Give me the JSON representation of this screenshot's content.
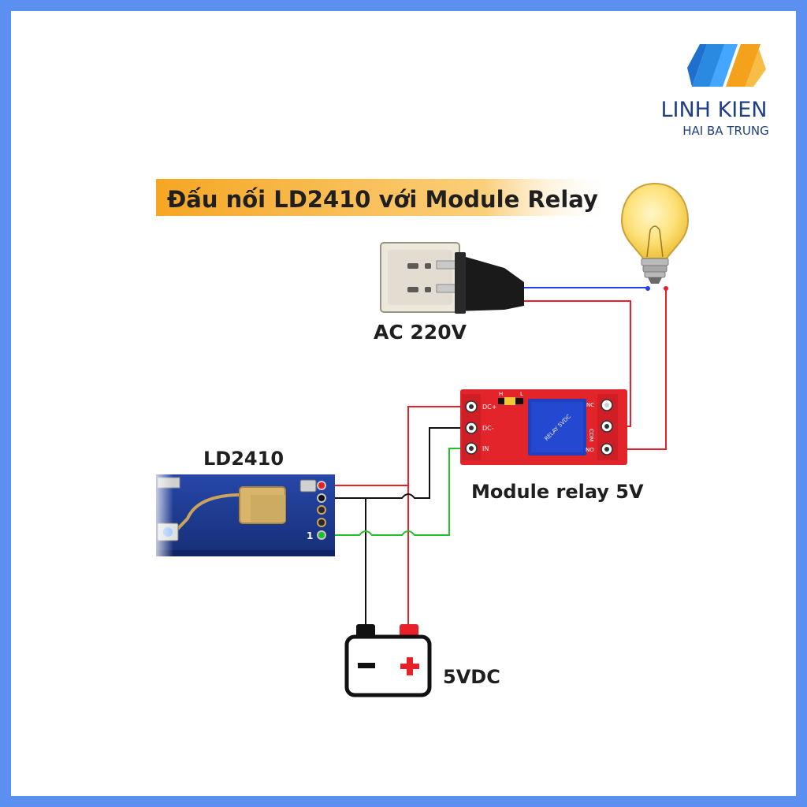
{
  "brand": {
    "name": "LINH KIEN",
    "sub": "HAI BA TRUNG"
  },
  "title": "Đấu nối LD2410 với Module Relay",
  "labels": {
    "ac": "AC 220V",
    "sensor": "LD2410",
    "relay_caption": "Module relay 5V",
    "battery": "5VDC"
  },
  "relay": {
    "chip_text": "RELAY 5VDC",
    "left_pins": [
      "DC+",
      "DC-",
      "IN"
    ],
    "right_pins": [
      "NC",
      "COM",
      "NO"
    ],
    "jumper_h": "H",
    "jumper_l": "L"
  },
  "sensor_pin1": "1",
  "battery": {
    "minus": "−",
    "plus": "+"
  },
  "colors": {
    "frame": "#5b8ff0",
    "title_band": "#f6a623",
    "wire_red": "#e8202a",
    "wire_black": "#111111",
    "wire_green": "#22c02a",
    "wire_blue": "#2340e8",
    "relay_board": "#e3242b",
    "relay_chip": "#1f3fbf",
    "sensor_board": "#1c3a8f"
  }
}
